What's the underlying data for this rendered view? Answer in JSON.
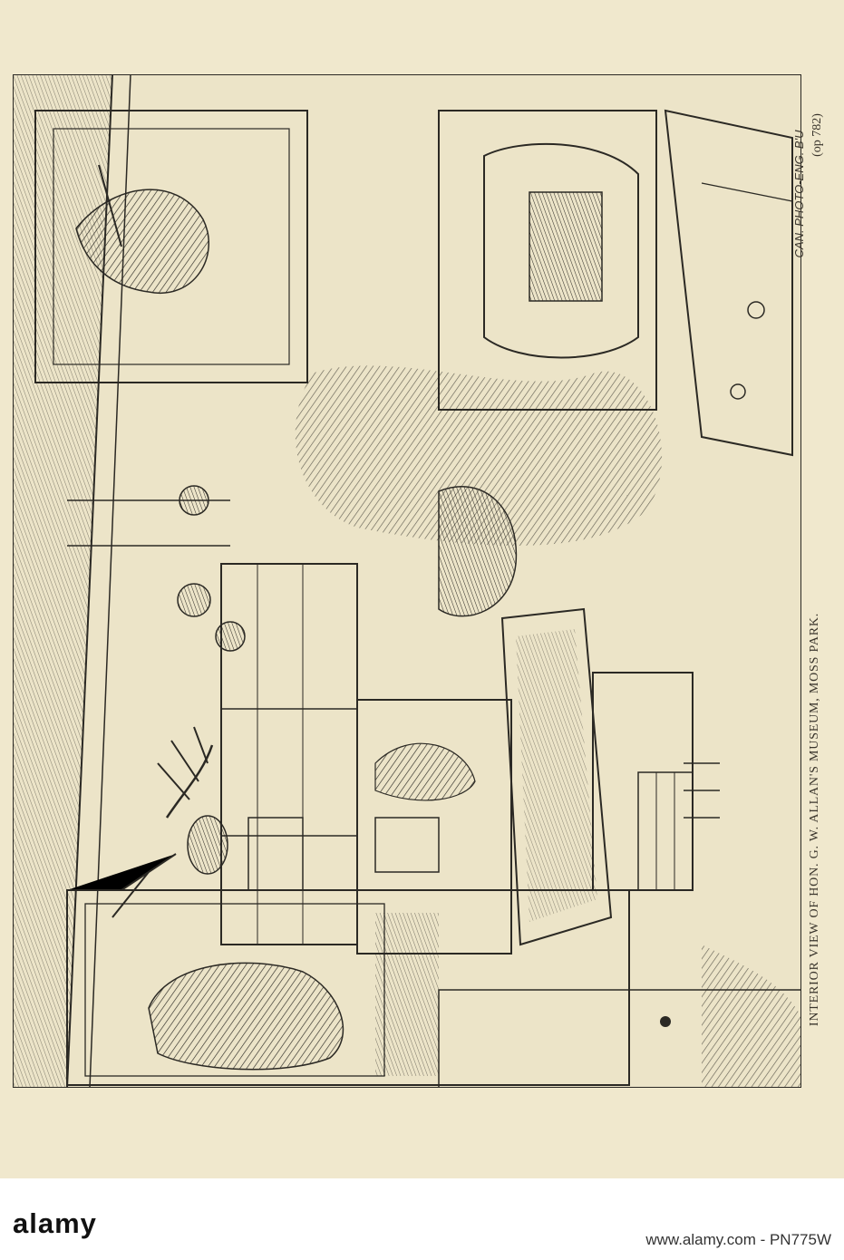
{
  "caption": "INTERIOR VIEW OF HON. G. W. ALLAN'S MUSEUM, MOSS PARK.",
  "page_ref": "(op 782)",
  "engraver_credit": "CAN. PHOTO-ENG. B'U",
  "watermark": {
    "brand": "alamy",
    "image_id": "www.alamy.com - PN775W"
  },
  "colors": {
    "paper": "#f0e8cd",
    "ink": "#2b2924"
  }
}
